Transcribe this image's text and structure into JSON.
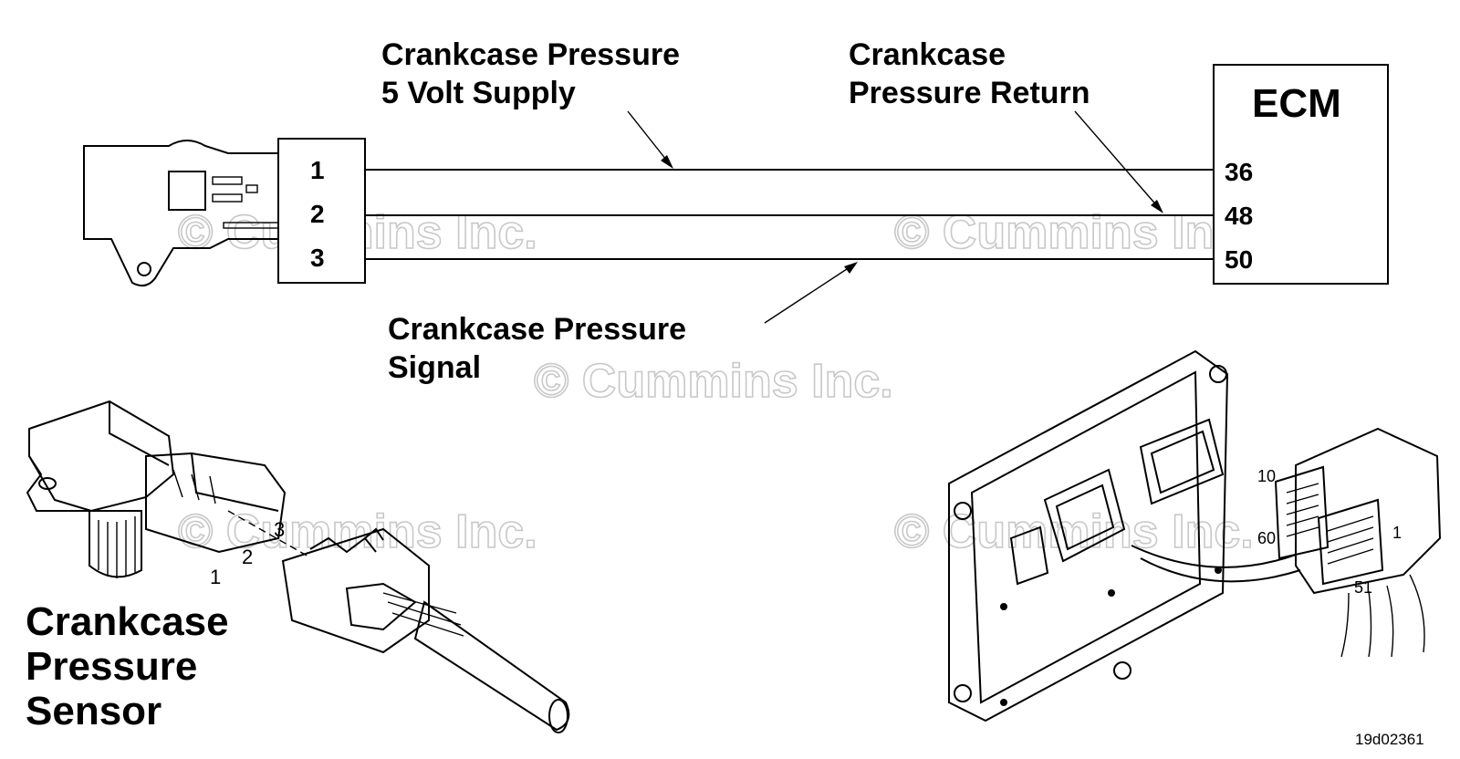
{
  "labels": {
    "supply_line1": "Crankcase Pressure",
    "supply_line2": "5 Volt Supply",
    "return_line1": "Crankcase",
    "return_line2": "Pressure Return",
    "signal_line1": "Crankcase Pressure",
    "signal_line2": "Signal",
    "sensor_line1": "Crankcase",
    "sensor_line2": "Pressure",
    "sensor_line3": "Sensor"
  },
  "ecm": {
    "title": "ECM",
    "pins": [
      "36",
      "48",
      "50"
    ]
  },
  "sensor_pins": [
    "1",
    "2",
    "3"
  ],
  "sensor_connector_pins": [
    "1",
    "2",
    "3"
  ],
  "ecm_connector_pins": [
    "10",
    "60",
    "51",
    "1"
  ],
  "watermark": "© Cummins Inc.",
  "figure_id": "19d02361"
}
